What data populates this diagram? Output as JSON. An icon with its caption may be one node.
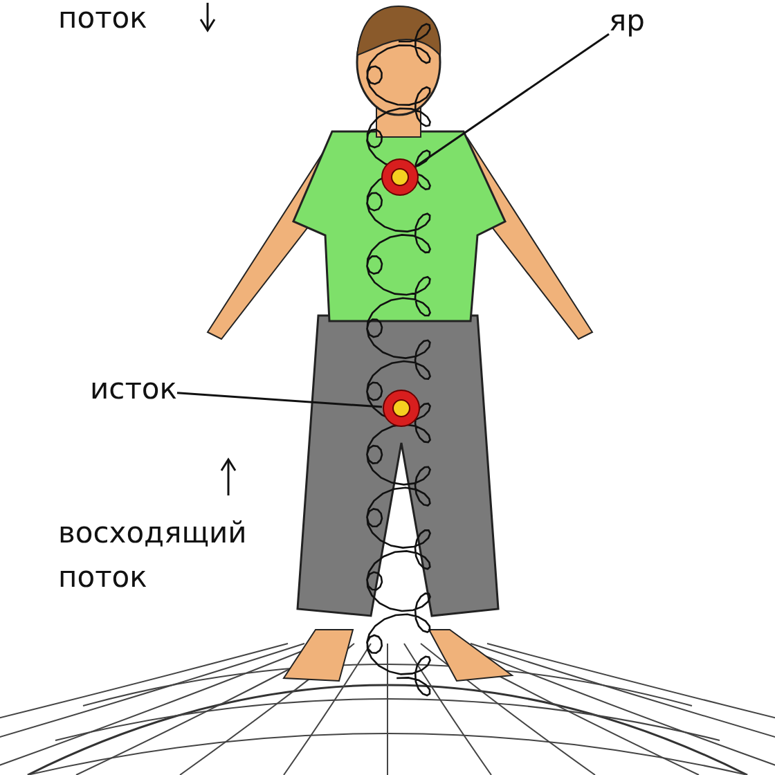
{
  "diagram": {
    "nodes": [
      {
        "text": [
          "яр"
        ]
      },
      {
        "text": [],
        "shape": "circle"
      },
      {
        "text": [
          "исток"
        ]
      },
      {
        "text": [],
        "shape": "circle"
      }
    ],
    "edges": [
      {
        "from": 0,
        "to": 1,
        "arrow": "none"
      },
      {
        "from": 2,
        "to": 3,
        "arrow": "none"
      }
    ],
    "labels": [
      "поток",
      "восходящий поток"
    ]
  }
}
